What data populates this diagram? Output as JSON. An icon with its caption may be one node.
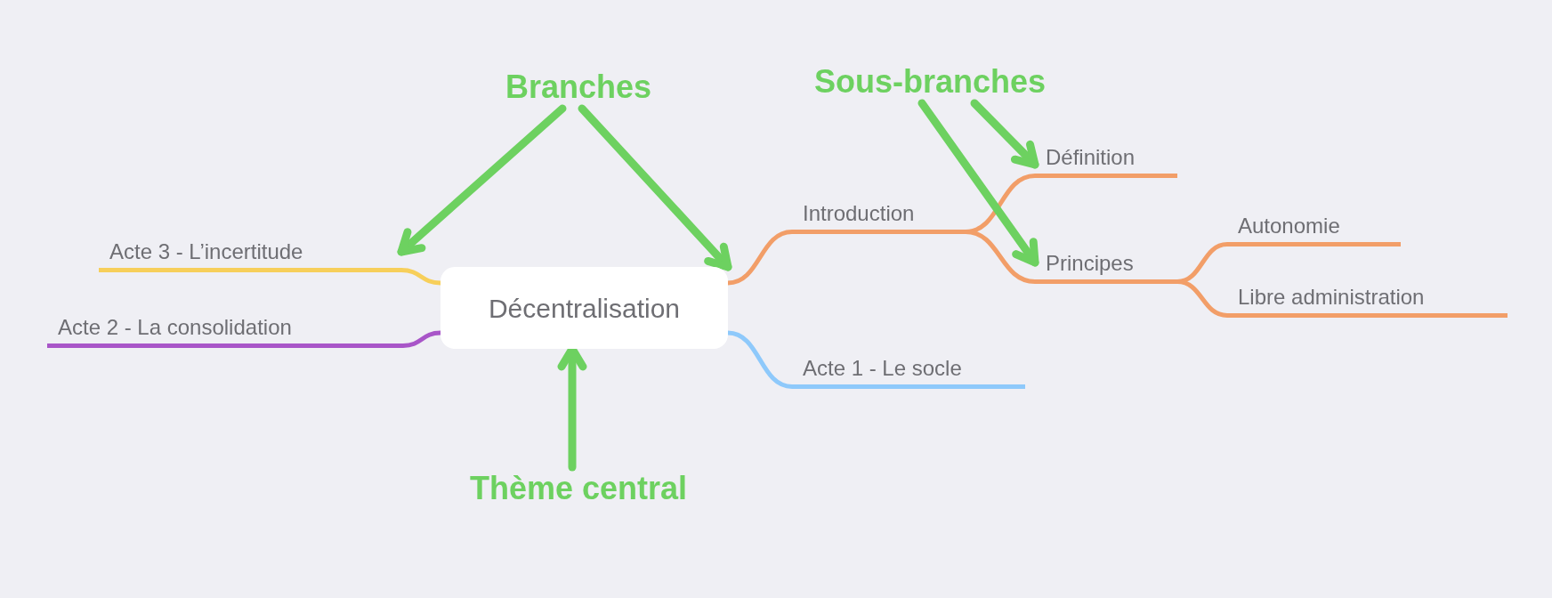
{
  "diagram": {
    "nodes": [
      {
        "text": [
          "Décentralisation"
        ]
      },
      {
        "text": [
          "Introduction"
        ]
      },
      {
        "text": [
          "Définition"
        ]
      },
      {
        "text": [
          "Principes"
        ]
      },
      {
        "text": [
          "Autonomie"
        ]
      },
      {
        "text": [
          "Libre administration"
        ]
      },
      {
        "text": [
          "Acte 1 - Le socle"
        ]
      },
      {
        "text": [
          "Acte 3 - L’incertitude"
        ]
      },
      {
        "text": [
          "Acte 2 - La consolidation"
        ]
      },
      {
        "text": [
          "Branches"
        ]
      },
      {
        "text": [
          "Sous-branches"
        ]
      },
      {
        "text": [
          "Thème central"
        ]
      }
    ],
    "edges": [
      {
        "from": 0,
        "to": 1,
        "arrow": "none",
        "color": "#f29e68"
      },
      {
        "from": 1,
        "to": 2,
        "arrow": "none",
        "color": "#f29e68"
      },
      {
        "from": 1,
        "to": 3,
        "arrow": "none",
        "color": "#f29e68"
      },
      {
        "from": 3,
        "to": 4,
        "arrow": "none",
        "color": "#f29e68"
      },
      {
        "from": 3,
        "to": 5,
        "arrow": "none",
        "color": "#f29e68"
      },
      {
        "from": 0,
        "to": 6,
        "arrow": "none",
        "color": "#8ec9fb"
      },
      {
        "from": 0,
        "to": 7,
        "arrow": "none",
        "color": "#f7cf5a"
      },
      {
        "from": 0,
        "to": 8,
        "arrow": "none",
        "color": "#a855c8"
      },
      {
        "from": 9,
        "to": 7,
        "arrow": "to",
        "style": "thick",
        "color": "#6dd160"
      },
      {
        "from": 9,
        "to": 0,
        "arrow": "to",
        "style": "thick",
        "color": "#6dd160"
      },
      {
        "from": 10,
        "to": 2,
        "arrow": "to",
        "style": "thick",
        "color": "#6dd160"
      },
      {
        "from": 10,
        "to": 3,
        "arrow": "to",
        "style": "thick",
        "color": "#6dd160"
      },
      {
        "from": 11,
        "to": 0,
        "arrow": "to",
        "style": "thick",
        "color": "#6dd160"
      }
    ]
  }
}
